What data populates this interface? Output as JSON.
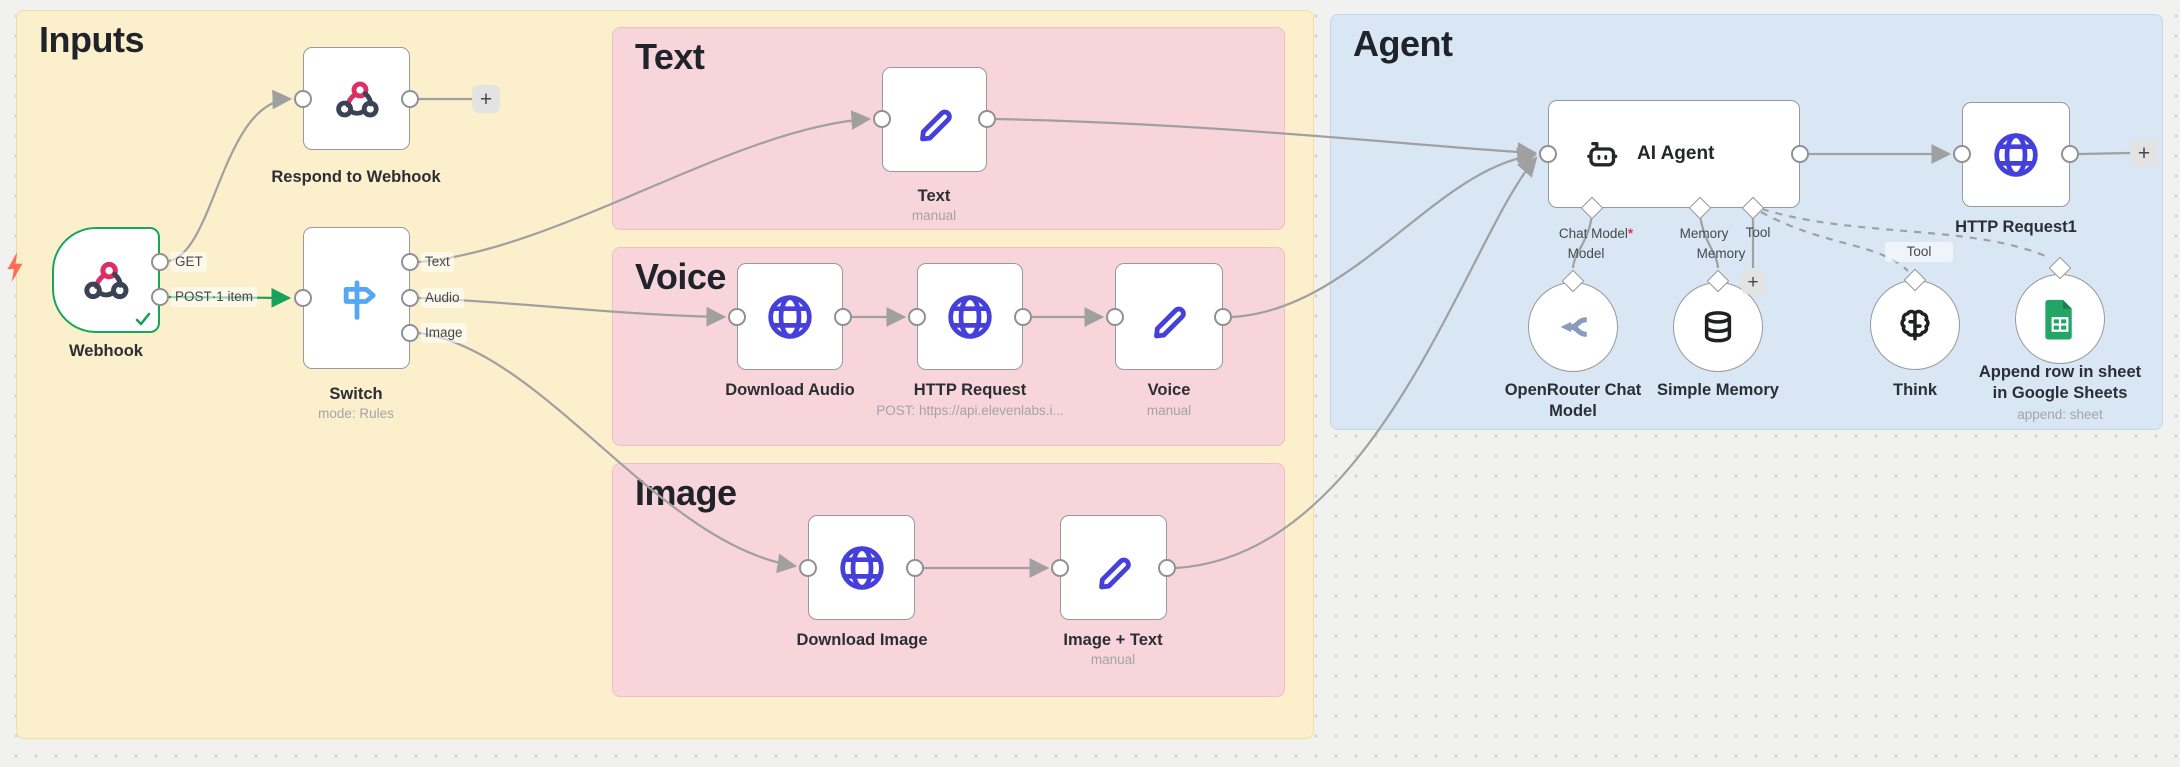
{
  "groups": {
    "inputs": {
      "title": "Inputs"
    },
    "text": {
      "title": "Text"
    },
    "voice": {
      "title": "Voice"
    },
    "image": {
      "title": "Image"
    },
    "agent": {
      "title": "Agent"
    }
  },
  "nodes": {
    "webhook": {
      "label": "Webhook",
      "port_get": "GET",
      "port_post": "POST",
      "post_run_label": "1 item"
    },
    "respond_to_webhook": {
      "label": "Respond to Webhook"
    },
    "switch": {
      "label": "Switch",
      "subtitle": "mode: Rules",
      "outputs": [
        "Text",
        "Audio",
        "Image"
      ]
    },
    "text": {
      "label": "Text",
      "subtitle": "manual"
    },
    "download_audio": {
      "label": "Download Audio"
    },
    "http_request": {
      "label": "HTTP Request",
      "subtitle": "POST: https://api.elevenlabs.i..."
    },
    "voice": {
      "label": "Voice",
      "subtitle": "manual"
    },
    "download_image": {
      "label": "Download Image"
    },
    "image_text": {
      "label": "Image + Text",
      "subtitle": "manual"
    },
    "ai_agent": {
      "label": "AI Agent",
      "port_chat_model": "Chat Model",
      "required_marker": "*",
      "conn_model": "Model",
      "port_memory": "Memory",
      "conn_memory": "Memory",
      "port_tool": "Tool",
      "conn_tool": "Tool"
    },
    "http_request1": {
      "label": "HTTP Request1"
    },
    "openrouter_chat_model": {
      "label_line1": "OpenRouter Chat",
      "label_line2": "Model"
    },
    "simple_memory": {
      "label": "Simple Memory"
    },
    "think": {
      "label": "Think"
    },
    "google_sheets": {
      "label_line1": "Append row in sheet",
      "label_line2": "in Google Sheets",
      "subtitle": "append: sheet"
    }
  },
  "ui": {
    "plus": "+",
    "separator": "·"
  },
  "colors": {
    "canvas_bg": "#f1f1f0",
    "group_yellow": "#fcf0cc",
    "group_pink": "#f8d5db",
    "group_blue": "#d9e7f4",
    "node_border": "#98999e",
    "edge_gray": "#a0a0a0",
    "success_green": "#17a25b",
    "icon_indigo": "#4540d9",
    "icon_switch_blue": "#54a7f3",
    "webhook_pink": "#df2e63",
    "icon_dark": "#30343d",
    "openrouter_slate": "#8a9cbb",
    "sheets_green": "#23a566",
    "trigger_bolt_orange": "#ff6d55"
  }
}
